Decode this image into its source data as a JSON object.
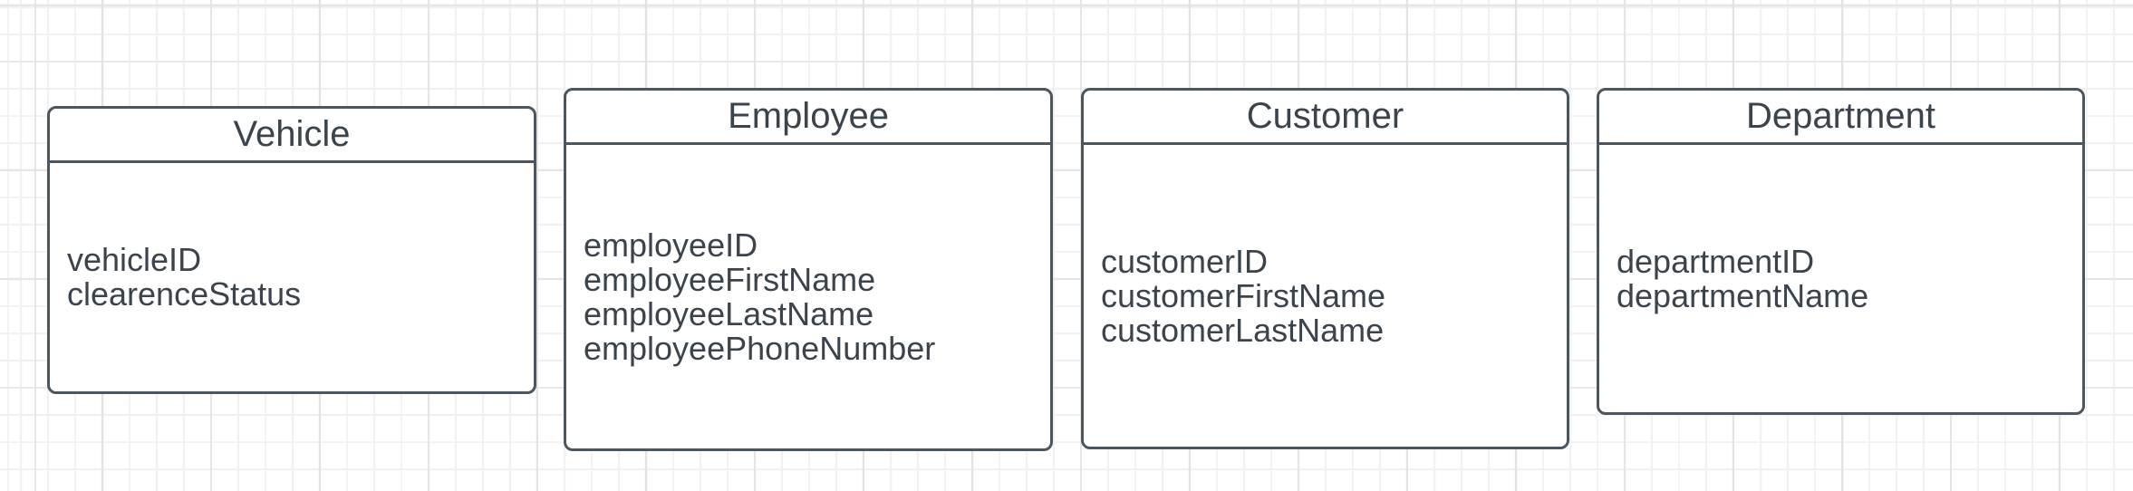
{
  "diagram": {
    "entities": [
      {
        "title": "Vehicle",
        "attributes": [
          "vehicleID",
          "clearenceStatus"
        ]
      },
      {
        "title": "Employee",
        "attributes": [
          "employeeID",
          "employeeFirstName",
          "employeeLastName",
          "employeePhoneNumber"
        ]
      },
      {
        "title": "Customer",
        "attributes": [
          "customerID",
          "customerFirstName",
          "customerLastName"
        ]
      },
      {
        "title": "Department",
        "attributes": [
          "departmentID",
          "departmentName"
        ]
      }
    ],
    "colors": {
      "stroke": "#4c565f",
      "text": "#3b444d",
      "background": "#ffffff",
      "grid_minor": "#f1f1f1",
      "grid_major": "#e2e2e2"
    }
  }
}
